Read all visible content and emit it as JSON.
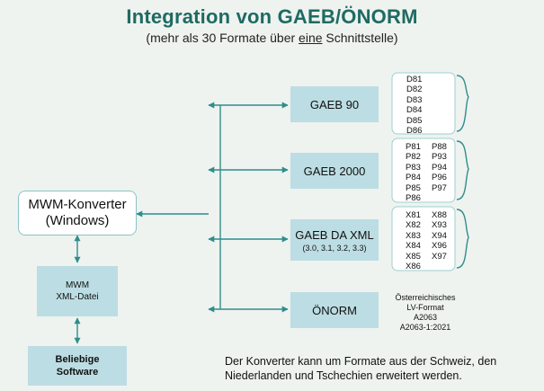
{
  "title": "Integration von GAEB/ÖNORM",
  "subtitle": {
    "before": "(mehr als 30 Formate über ",
    "underlined": "eine",
    "after": " Schnittstelle)"
  },
  "konverter": {
    "line1": "MWM-Konverter",
    "line2": "(Windows)"
  },
  "xml_datei": {
    "line1": "MWM",
    "line2": "XML-Datei"
  },
  "software": {
    "line1": "Beliebige",
    "line2": "Software"
  },
  "formats": [
    {
      "label": "GAEB 90",
      "sublabel": "",
      "codes_left": [
        "D81",
        "D82",
        "D83",
        "D84",
        "D85",
        "D86"
      ],
      "codes_right": []
    },
    {
      "label": "GAEB 2000",
      "sublabel": "",
      "codes_left": [
        "P81",
        "P82",
        "P83",
        "P84",
        "P85",
        "P86"
      ],
      "codes_right": [
        "P88",
        "P93",
        "P94",
        "P96",
        "P97"
      ]
    },
    {
      "label": "GAEB DA XML",
      "sublabel": "(3.0, 3.1, 3.2, 3.3)",
      "codes_left": [
        "X81",
        "X82",
        "X83",
        "X84",
        "X85",
        "X86"
      ],
      "codes_right": [
        "X88",
        "X93",
        "X94",
        "X96",
        "X97"
      ]
    },
    {
      "label": "ÖNORM",
      "sublabel": "",
      "codes_left": [],
      "codes_right": []
    }
  ],
  "oenorm_note": [
    "Österreichisches",
    "LV-Format",
    "A2063",
    "A2063-1:2021"
  ],
  "footer": "Der Konverter kann um Formate aus der Schweiz, den Niederlanden und Tschechien erweitert werden.",
  "colors": {
    "title": "#1f6a63",
    "box_fill": "#bcdde3",
    "line": "#2f8d8d",
    "background": "#eef3ef"
  }
}
